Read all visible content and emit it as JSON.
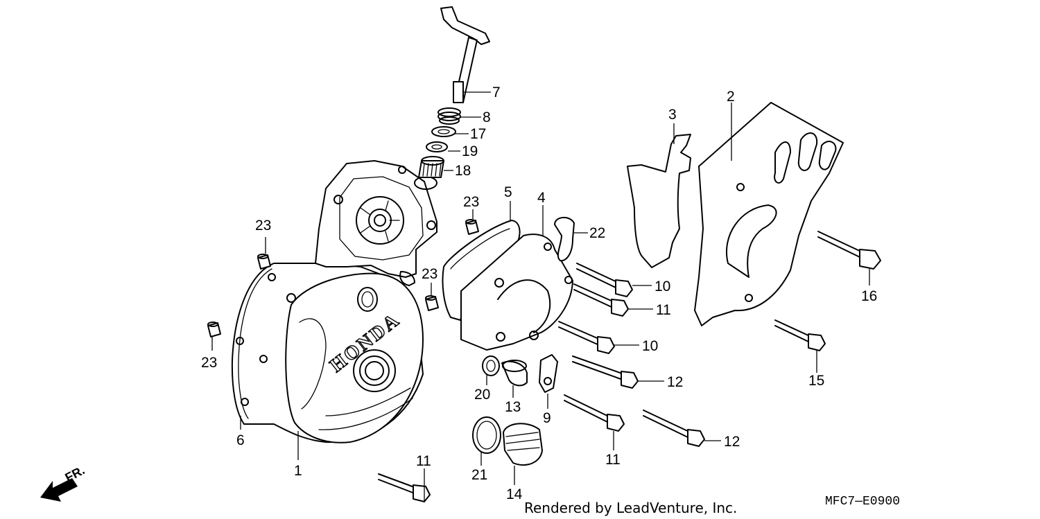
{
  "diagram": {
    "callouts": [
      {
        "id": "c1",
        "label": "1"
      },
      {
        "id": "c2",
        "label": "2"
      },
      {
        "id": "c3",
        "label": "3"
      },
      {
        "id": "c4",
        "label": "4"
      },
      {
        "id": "c5",
        "label": "5"
      },
      {
        "id": "c6",
        "label": "6"
      },
      {
        "id": "c7",
        "label": "7"
      },
      {
        "id": "c8",
        "label": "8"
      },
      {
        "id": "c9",
        "label": "9"
      },
      {
        "id": "c10a",
        "label": "10"
      },
      {
        "id": "c10b",
        "label": "10"
      },
      {
        "id": "c11a",
        "label": "11"
      },
      {
        "id": "c11b",
        "label": "11"
      },
      {
        "id": "c11c",
        "label": "11"
      },
      {
        "id": "c12a",
        "label": "12"
      },
      {
        "id": "c12b",
        "label": "12"
      },
      {
        "id": "c13",
        "label": "13"
      },
      {
        "id": "c14",
        "label": "14"
      },
      {
        "id": "c15",
        "label": "15"
      },
      {
        "id": "c16",
        "label": "16"
      },
      {
        "id": "c17",
        "label": "17"
      },
      {
        "id": "c18",
        "label": "18"
      },
      {
        "id": "c19",
        "label": "19"
      },
      {
        "id": "c20",
        "label": "20"
      },
      {
        "id": "c21",
        "label": "21"
      },
      {
        "id": "c22",
        "label": "22"
      },
      {
        "id": "c23a",
        "label": "23"
      },
      {
        "id": "c23b",
        "label": "23"
      },
      {
        "id": "c23c",
        "label": "23"
      },
      {
        "id": "c23d",
        "label": "23"
      }
    ],
    "cover_brand": "HONDA",
    "direction_label": "FR.",
    "credit": "Rendered by LeadVenture, Inc.",
    "diagram_code": "MFC7—E0900"
  }
}
